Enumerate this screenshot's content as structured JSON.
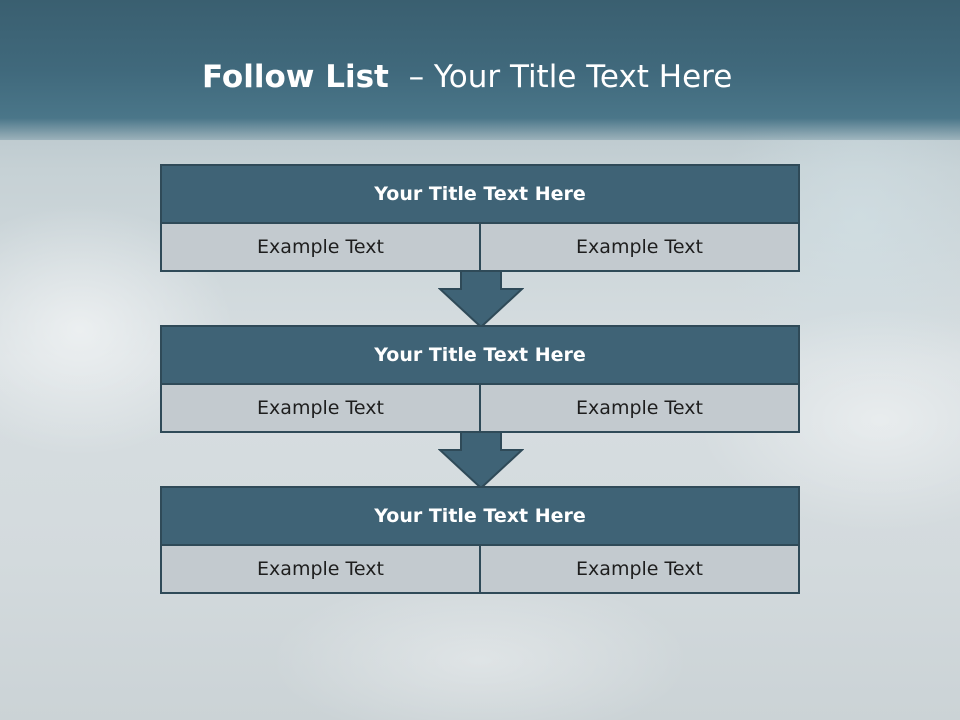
{
  "slide": {
    "title_bold": "Follow List",
    "title_rest": "– Your Title Text Here"
  },
  "steps": [
    {
      "title": "Your Title Text Here",
      "left": "Example Text",
      "right": "Example Text"
    },
    {
      "title": "Your Title Text Here",
      "left": "Example Text",
      "right": "Example Text"
    },
    {
      "title": "Your Title Text Here",
      "left": "Example Text",
      "right": "Example Text"
    }
  ],
  "colors": {
    "header": "#3f6376",
    "cell": "#c3cacf",
    "border": "#2f4a58",
    "arrow": "#3f6376"
  }
}
